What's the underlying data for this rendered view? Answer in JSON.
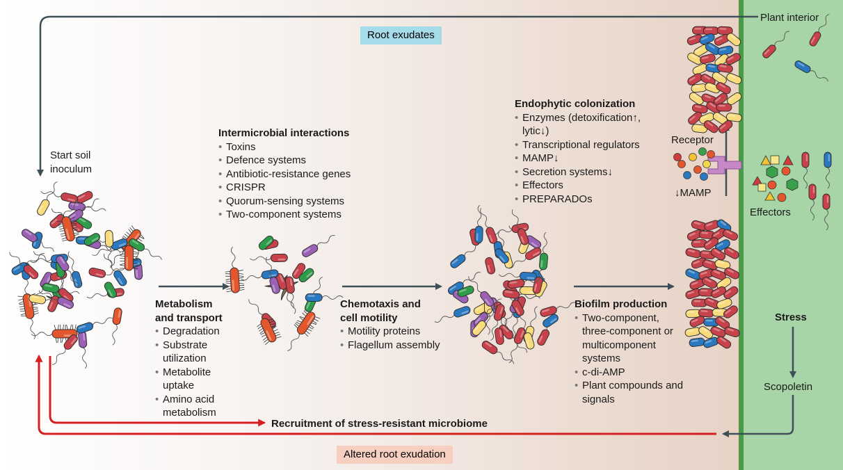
{
  "labels": {
    "root_exudates": "Root exudates",
    "plant_interior": "Plant interior",
    "start_soil_inoculum": [
      "Start soil",
      "inoculum"
    ],
    "receptor": "Receptor",
    "mamp_down": "↓MAMP",
    "effectors": "Effectors",
    "stress": "Stress",
    "scopoletin": "Scopoletin",
    "recruitment": "Recruitment of stress-resistant microbiome",
    "altered_root_exudation": "Altered root exudation"
  },
  "blocks": {
    "metabolism": {
      "title": [
        "Metabolism",
        "and transport"
      ],
      "items": [
        "Degradation",
        "Substrate utilization",
        "Metabolite uptake",
        "Amino acid metabolism"
      ]
    },
    "intermicrobial": {
      "title": "Intermicrobial interactions",
      "items": [
        "Toxins",
        "Defence systems",
        "Antibiotic-resistance genes",
        "CRISPR",
        "Quorum-sensing systems",
        "Two-component systems"
      ]
    },
    "chemotaxis": {
      "title": [
        "Chemotaxis and",
        "cell motility"
      ],
      "items": [
        "Motility proteins",
        "Flagellum assembly"
      ]
    },
    "endophytic": {
      "title": "Endophytic colonization",
      "items": [
        "Enzymes (detoxification↑, lytic↓)",
        "Transcriptional regulators",
        "MAMP↓",
        "Secretion systems↓",
        "Effectors",
        "PREPARADOs"
      ]
    },
    "biofilm": {
      "title": "Biofilm production",
      "items": [
        "Two-component, three-component or multicomponent systems",
        "c-di-AMP",
        "Plant compounds and signals"
      ]
    }
  },
  "colors": {
    "root_box": "#a6dbe9",
    "altered_box": "#f7cfc1",
    "plant": "#a8d5a8",
    "plant_edge": "#4a9a4a",
    "arrow_grey": "#3f4f58",
    "arrow_red": "#d42020",
    "bacteria_red": "#c7424a",
    "bacteria_blue": "#2a78c0",
    "bacteria_yellow": "#f7db7c",
    "bacteria_green": "#2f9c4a",
    "bacteria_purple": "#9a61b4",
    "bacteria_orange": "#e4572e",
    "bacteria_brown": "#8a6a4e"
  }
}
